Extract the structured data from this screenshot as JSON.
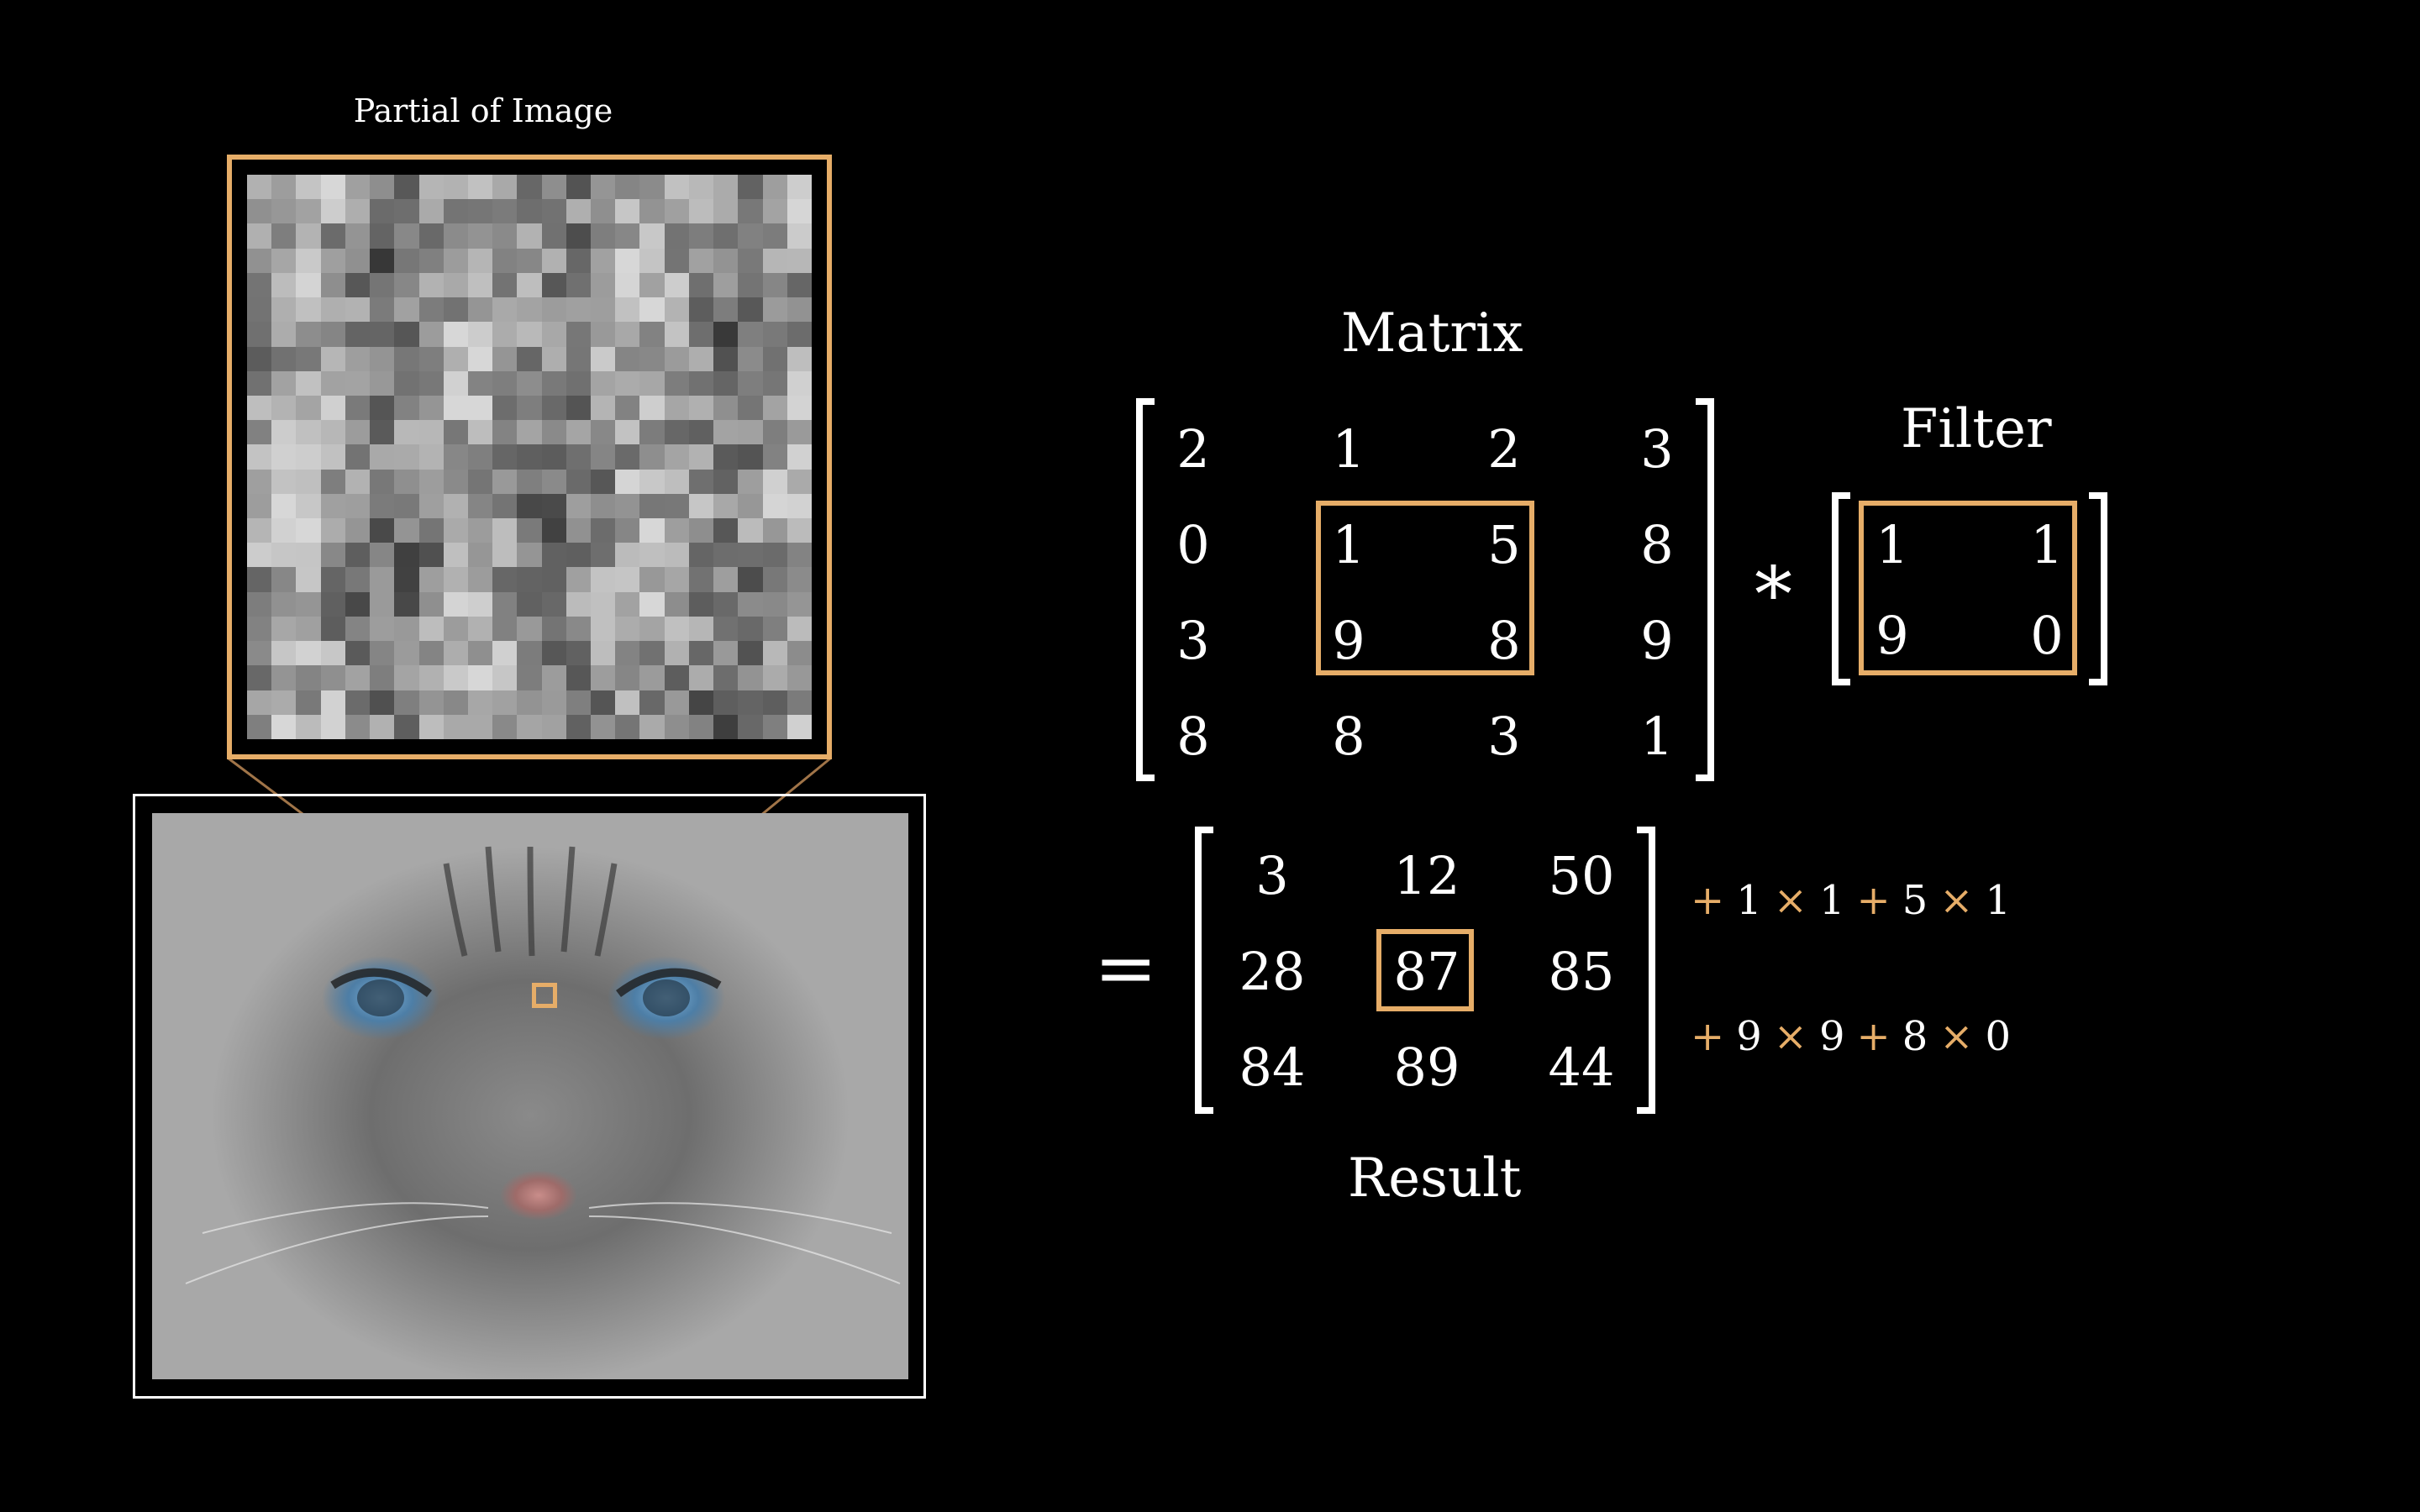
{
  "labels": {
    "partial": "Partial of Image",
    "matrix": "Matrix",
    "filter": "Filter",
    "result": "Result"
  },
  "matrix": [
    [
      "2",
      "1",
      "2",
      "3"
    ],
    [
      "0",
      "1",
      "5",
      "8"
    ],
    [
      "3",
      "9",
      "8",
      "9"
    ],
    [
      "8",
      "8",
      "3",
      "1"
    ]
  ],
  "filter": [
    [
      "1",
      "1"
    ],
    [
      "9",
      "0"
    ]
  ],
  "result": [
    [
      "3",
      "12",
      "50"
    ],
    [
      "28",
      "87",
      "85"
    ],
    [
      "84",
      "89",
      "44"
    ]
  ],
  "operators": {
    "conv": "*",
    "equals": "="
  },
  "formula": {
    "line1": [
      "+",
      "1",
      "×",
      "1",
      "+",
      "5",
      "×",
      "1"
    ],
    "line2": [
      "+",
      "9",
      "×",
      "9",
      "+",
      "8",
      "×",
      "0"
    ]
  },
  "colors": {
    "accent": "#e6ad68",
    "background": "#000000",
    "foreground": "#ffffff"
  }
}
